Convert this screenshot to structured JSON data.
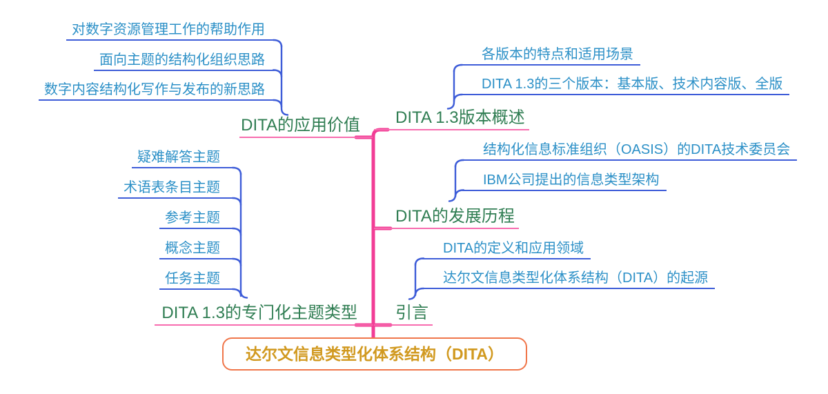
{
  "root": {
    "label": "达尔文信息类型化体系结构（DITA）"
  },
  "right_branches": [
    {
      "label": "引言",
      "children": [
        "DITA的定义和应用领域",
        "达尔文信息类型化体系结构（DITA）的起源"
      ]
    },
    {
      "label": "DITA的发展历程",
      "children": [
        "结构化信息标准组织（OASIS）的DITA技术委员会",
        "IBM公司提出的信息类型架构"
      ]
    },
    {
      "label": "DITA 1.3版本概述",
      "children": [
        "各版本的特点和适用场景",
        "DITA 1.3的三个版本：基本版、技术内容版、全版"
      ]
    }
  ],
  "left_branches": [
    {
      "label": "DITA的应用价值",
      "children": [
        "对数字资源管理工作的帮助作用",
        "面向主题的结构化组织思路",
        "数字内容结构化写作与发布的新思路"
      ]
    },
    {
      "label": "DITA 1.3的专门化主题类型",
      "children": [
        "疑难解答主题",
        "术语表条目主题",
        "参考主题",
        "概念主题",
        "任务主题"
      ]
    }
  ],
  "colors": {
    "main_branch_line": "#F23D96",
    "main_branch_line_light": "#F76BAE",
    "sub_branch_line": "#3D5CD8",
    "main_topic_text": "#2F7D52",
    "sub_topic_text": "#2C90C7",
    "root_border": "#F0764A",
    "root_text": "#D1991F"
  }
}
